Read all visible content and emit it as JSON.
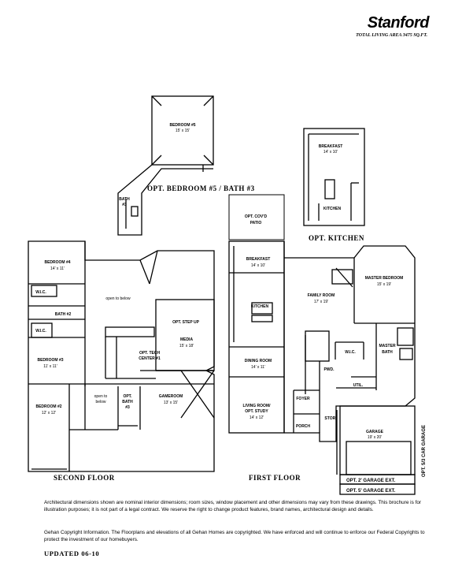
{
  "header": {
    "title": "Stanford",
    "subtitle": "TOTAL LIVING AREA   3475 SQ.FT."
  },
  "captions": {
    "opt_bedroom5": "OPT. BEDROOM #5 / BATH #3",
    "opt_kitchen": "OPT. KITCHEN",
    "second_floor": "SECOND FLOOR",
    "first_floor": "FIRST FLOOR",
    "opt_2_garage": "OPT. 2' GARAGE EXT.",
    "opt_5_garage": "OPT. 5' GARAGE EXT.",
    "opt_car_garage": "OPT. 5/3 CAR GARAGE"
  },
  "rooms": {
    "bedroom5": {
      "name": "BEDROOM #5",
      "size": "15' x 15'"
    },
    "bath3_opt": {
      "name": "BATH",
      "sub": "#3"
    },
    "opt_breakfast": {
      "name": "BREAKFAST",
      "size": "14' x 10'"
    },
    "opt_kitchen_room": {
      "name": "KITCHEN"
    },
    "covd_patio": {
      "name": "OPT. COV'D",
      "sub": "PATIO"
    },
    "bedroom4": {
      "name": "BEDROOM #4",
      "size": "14' x 11'"
    },
    "wic_a": {
      "name": "W.I.C."
    },
    "bath2": {
      "name": "BATH #2"
    },
    "wic_b": {
      "name": "W.I.C."
    },
    "bedroom3": {
      "name": "BEDROOM #3",
      "size": "11' x 11'"
    },
    "bedroom2": {
      "name": "BEDROOM #2",
      "size": "12' x 12'"
    },
    "open_below_1": {
      "name": "open to below"
    },
    "open_below_2": {
      "name": "open to",
      "sub": "below"
    },
    "opt_bath3": {
      "name": "OPT.",
      "sub": "BATH",
      "sub2": "#3"
    },
    "tech_center": {
      "name": "OPT. TECH",
      "sub": "CENTER #1"
    },
    "opt_step_up": {
      "name": "OPT. STEP UP"
    },
    "media": {
      "name": "MEDIA",
      "size": "15' x 18'"
    },
    "gameroom": {
      "name": "GAMEROOM",
      "size": "13' x 15'"
    },
    "breakfast": {
      "name": "BREAKFAST",
      "size": "14' x 10'"
    },
    "kitchen": {
      "name": "KITCHEN"
    },
    "dining": {
      "name": "DINING ROOM",
      "size": "14' x 11'"
    },
    "living": {
      "name": "LIVING ROOM/",
      "sub": "OPT. STUDY",
      "size": "14' x 12'"
    },
    "foyer": {
      "name": "FOYER"
    },
    "porch": {
      "name": "PORCH"
    },
    "family": {
      "name": "FAMILY ROOM",
      "size": "17' x 19'"
    },
    "master_bed": {
      "name": "MASTER BEDROOM",
      "size": "15' x 19'"
    },
    "wic_m": {
      "name": "W.I.C."
    },
    "master_bath": {
      "name": "MASTER",
      "sub": "BATH"
    },
    "pwd": {
      "name": "PWD."
    },
    "util": {
      "name": "UTIL."
    },
    "stor": {
      "name": "STOR."
    },
    "garage": {
      "name": "GARAGE",
      "size": "19' x 20'"
    }
  },
  "disclaimer": {
    "p1": "Architectural dimensions   shown are nominal interior dimensions; room sizes, window placement and other dimensions may vary from these drawings.  This brochure is for illustration purposes; it is not part of a legal contract.  We reserve the right to change product features, brand names, architectural design and details.",
    "p2": "Gehan Copyright Information.   The Floorplans and elevations of all Gehan Homes are copyrighted.  We have enforced and will continue to enforce our Federal Copyrights to protect the investment of our homebuyers."
  },
  "updated": "UPDATED  06-10"
}
